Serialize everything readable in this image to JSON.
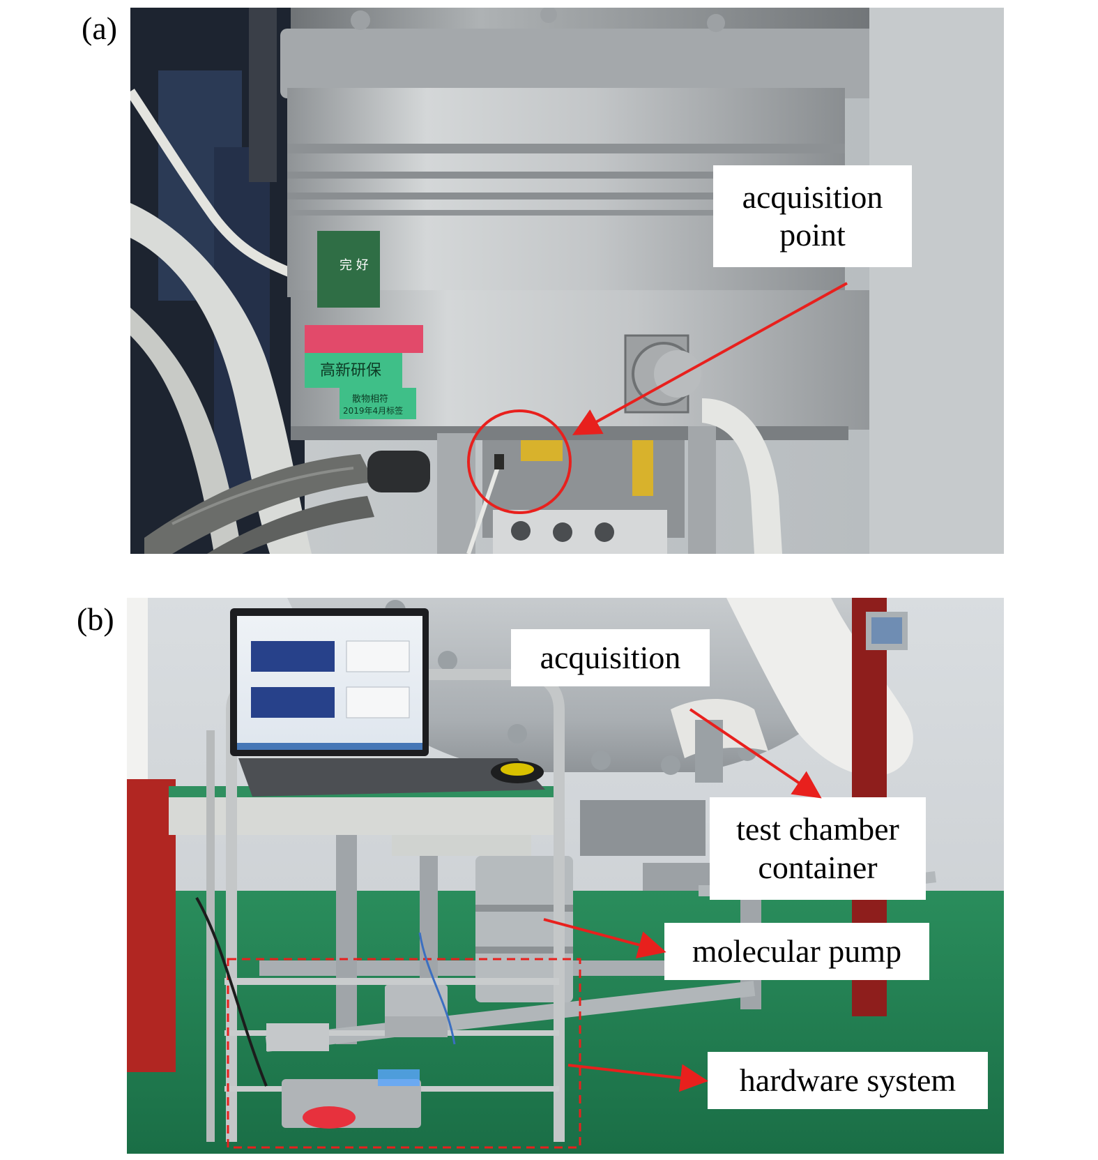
{
  "panels": [
    {
      "label": "(a)",
      "callouts": [
        {
          "lines": [
            "acquisition",
            "point"
          ]
        }
      ],
      "sticker_text": [
        "完 好",
        "高新研保",
        "散物相符",
        "2019年4月标签"
      ]
    },
    {
      "label": "(b)",
      "callouts": [
        {
          "lines": [
            "acquisition"
          ]
        },
        {
          "lines": [
            "test chamber",
            "container"
          ]
        },
        {
          "lines": [
            "molecular pump"
          ]
        },
        {
          "lines": [
            "hardware system"
          ]
        }
      ]
    }
  ],
  "colors": {
    "annotation_red": "#e8201d",
    "floor_green": "#1f8f5a",
    "metal_silver": "#b9bcbd"
  }
}
